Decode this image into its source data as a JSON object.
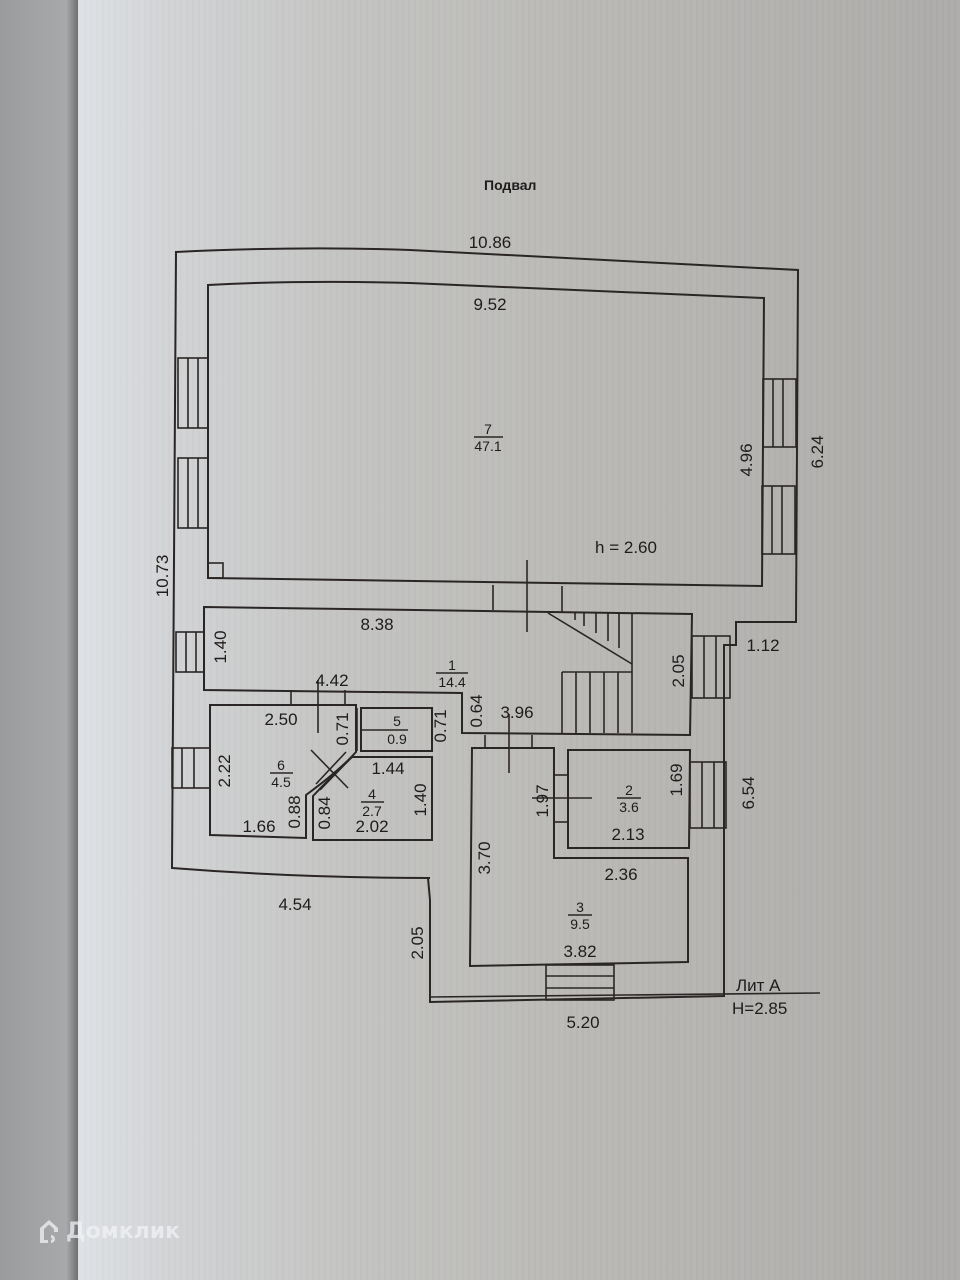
{
  "document": {
    "title": "Подвал",
    "building_label": "Лит А",
    "building_height": "H=2.85",
    "ceiling_height": "h = 2.60"
  },
  "rooms": [
    {
      "number": "1",
      "area": "14.4"
    },
    {
      "number": "2",
      "area": "3.6"
    },
    {
      "number": "3",
      "area": "9.5"
    },
    {
      "number": "4",
      "area": "2.7"
    },
    {
      "number": "5",
      "area": "0.9"
    },
    {
      "number": "6",
      "area": "4.5"
    },
    {
      "number": "7",
      "area": "47.1"
    }
  ],
  "dimensions": {
    "outer_top": "10.86",
    "room7_top": "9.52",
    "outer_left": "10.73",
    "room7_right": "4.96",
    "outer_right_upper": "6.24",
    "room1_top": "8.38",
    "room1_left": "1.40",
    "room1_bottom_left": "4.42",
    "stair_right": "2.05",
    "step_right": "1.12",
    "room6_top": "2.50",
    "room6_left": "2.22",
    "room6_bottom": "1.66",
    "room6_right": "0.88",
    "room5_left": "0.71",
    "room5_right": "0.71",
    "room4_top": "1.44",
    "room4_left": "0.84",
    "room4_bottom": "2.02",
    "room4_right": "1.40",
    "corridor_left": "0.64",
    "corridor_top": "3.96",
    "room2_left": "1.97",
    "room2_right": "1.69",
    "room2_bottom": "2.13",
    "room3_left": "3.70",
    "room3_top": "2.36",
    "room3_bottom": "3.82",
    "outer_right_lower": "6.54",
    "outer_bottom_left": "4.54",
    "outer_step_left": "2.05",
    "outer_bottom": "5.20"
  },
  "watermark": {
    "brand": "Домклик"
  }
}
